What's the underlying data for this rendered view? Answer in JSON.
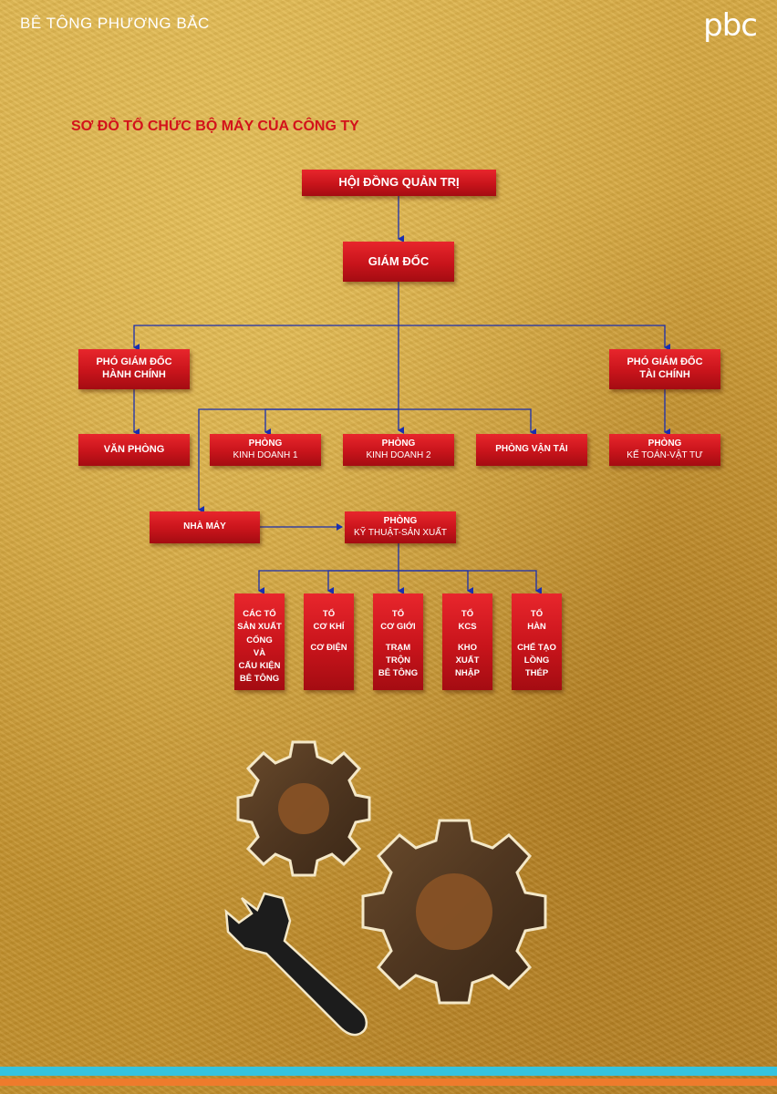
{
  "header": {
    "brand": "BÊ TÔNG PHƯƠNG BẮC",
    "logo": "pbc"
  },
  "title": "SƠ ĐỒ TỔ CHỨC BỘ MÁY CỦA CÔNG TY",
  "nodes": {
    "board": "HỘI ĐỒNG QUẢN TRỊ",
    "director": "GIÁM ĐỐC",
    "deputy_admin": [
      "PHÓ GIÁM ĐỐC",
      "HÀNH CHÍNH"
    ],
    "deputy_finance": [
      "PHÓ GIÁM ĐỐC",
      "TÀI CHÍNH"
    ],
    "office": "VĂN PHÒNG",
    "sales1": [
      "PHÒNG",
      "KINH DOANH 1"
    ],
    "sales2": [
      "PHÒNG",
      "KINH DOANH 2"
    ],
    "transport": "PHÒNG VẬN TẢI",
    "accounting": [
      "PHÒNG",
      "KẾ TOÁN-VẬT TƯ"
    ],
    "factory": "NHÀ MÁY",
    "tech": [
      "PHÒNG",
      "KỸ THUẬT-SẢN XUẤT"
    ]
  },
  "teams": [
    {
      "lines": [
        "CÁC TỔ",
        "SẢN XUẤT",
        "CỐNG",
        "VÀ",
        "CẤU KIỆN",
        "BÊ TÔNG"
      ]
    },
    {
      "lines": [
        "TỔ",
        "CƠ KHÍ",
        "",
        "CƠ ĐIỆN"
      ]
    },
    {
      "lines": [
        "TỔ",
        "CƠ GIỚI",
        "",
        "TRẠM",
        "TRỘN",
        "BÊ TÔNG"
      ]
    },
    {
      "lines": [
        "TỔ",
        "KCS",
        "",
        "KHO",
        "XUẤT",
        "NHẬP"
      ]
    },
    {
      "lines": [
        "TỔ",
        "HÀN",
        "",
        "CHẾ TẠO",
        "LỒNG",
        "THÉP"
      ]
    }
  ],
  "colors": {
    "box": "#c8141b",
    "connector": "#1a2fb0",
    "title": "#d3121b",
    "bar_blue": "#35c3de",
    "bar_orange": "#ee7b2c"
  }
}
